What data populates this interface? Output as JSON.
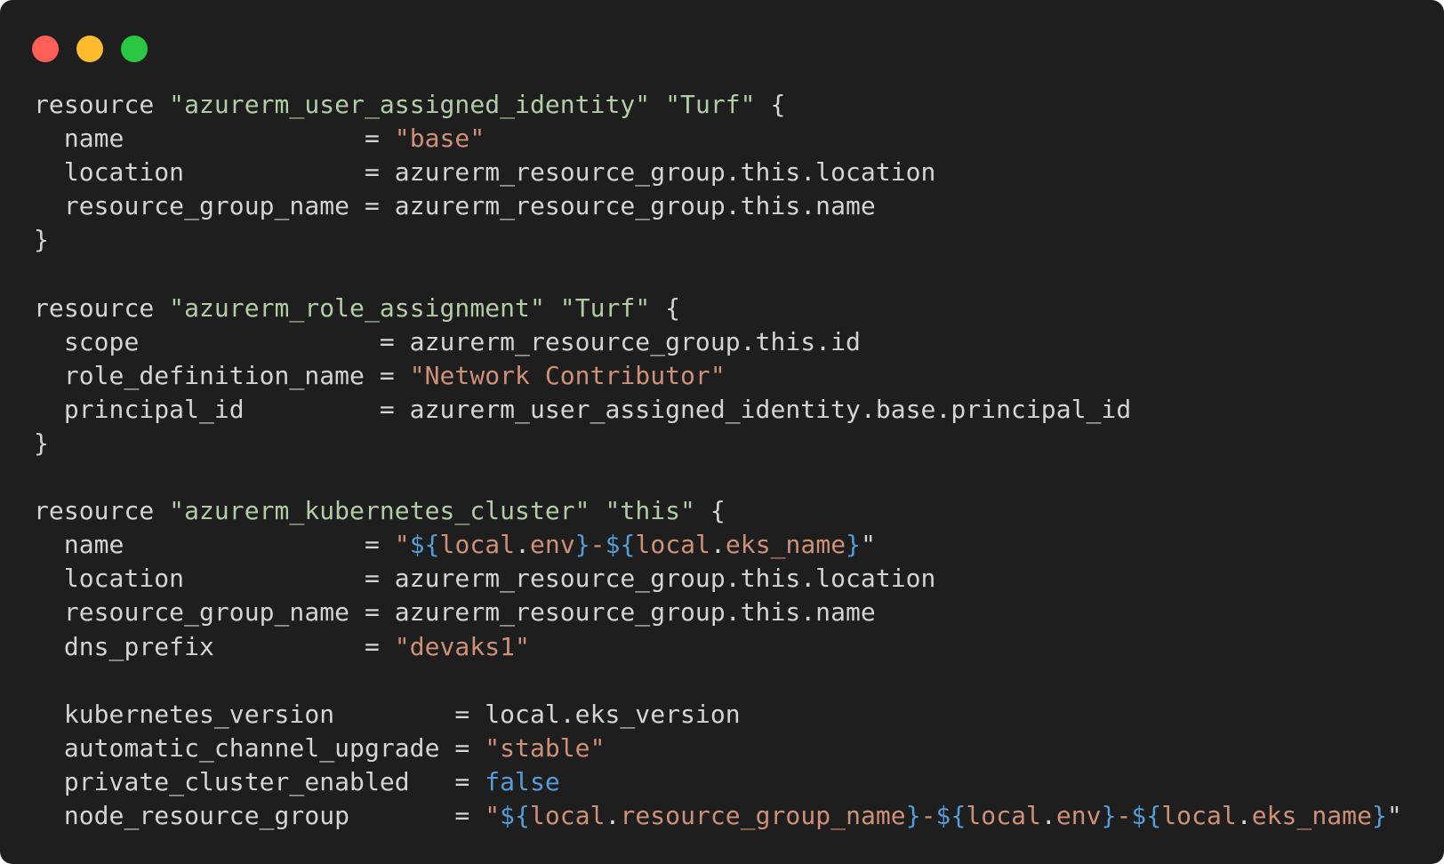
{
  "window": {
    "traffic_lights": [
      {
        "name": "close",
        "color": "#ff5f57"
      },
      {
        "name": "minimize",
        "color": "#febc2e"
      },
      {
        "name": "maximize",
        "color": "#28c840"
      }
    ],
    "background": "#1e1e1e"
  },
  "colors": {
    "plain": "#d4d4d4",
    "resource_type_string": "#b2cca6",
    "string": "#ce9178",
    "keyword_and_interpolation": "#569cd6"
  },
  "code": {
    "language": "hcl",
    "lines": [
      [
        {
          "t": "plain",
          "v": "resource "
        },
        {
          "t": "type",
          "v": "\"azurerm_user_assigned_identity\""
        },
        {
          "t": "plain",
          "v": " "
        },
        {
          "t": "type",
          "v": "\"Turf\""
        },
        {
          "t": "plain",
          "v": " {"
        }
      ],
      [
        {
          "t": "plain",
          "v": "  name                = "
        },
        {
          "t": "str",
          "v": "\"base\""
        }
      ],
      [
        {
          "t": "plain",
          "v": "  location            = azurerm_resource_group.this.location"
        }
      ],
      [
        {
          "t": "plain",
          "v": "  resource_group_name = azurerm_resource_group.this.name"
        }
      ],
      [
        {
          "t": "plain",
          "v": "}"
        }
      ],
      [],
      [
        {
          "t": "plain",
          "v": "resource "
        },
        {
          "t": "type",
          "v": "\"azurerm_role_assignment\""
        },
        {
          "t": "plain",
          "v": " "
        },
        {
          "t": "type",
          "v": "\"Turf\""
        },
        {
          "t": "plain",
          "v": " {"
        }
      ],
      [
        {
          "t": "plain",
          "v": "  scope                = azurerm_resource_group.this.id"
        }
      ],
      [
        {
          "t": "plain",
          "v": "  role_definition_name = "
        },
        {
          "t": "str",
          "v": "\"Network Contributor\""
        }
      ],
      [
        {
          "t": "plain",
          "v": "  principal_id         = azurerm_user_assigned_identity.base.principal_id"
        }
      ],
      [
        {
          "t": "plain",
          "v": "}"
        }
      ],
      [],
      [
        {
          "t": "plain",
          "v": "resource "
        },
        {
          "t": "type",
          "v": "\"azurerm_kubernetes_cluster\""
        },
        {
          "t": "plain",
          "v": " "
        },
        {
          "t": "type",
          "v": "\"this\""
        },
        {
          "t": "plain",
          "v": " {"
        }
      ],
      [
        {
          "t": "plain",
          "v": "  name                = "
        },
        {
          "t": "str",
          "v": "\""
        },
        {
          "t": "interp",
          "v": "${"
        },
        {
          "t": "str",
          "v": "local"
        },
        {
          "t": "plain",
          "v": "."
        },
        {
          "t": "str",
          "v": "env"
        },
        {
          "t": "interp",
          "v": "}"
        },
        {
          "t": "str",
          "v": "-"
        },
        {
          "t": "interp",
          "v": "${"
        },
        {
          "t": "str",
          "v": "local"
        },
        {
          "t": "plain",
          "v": "."
        },
        {
          "t": "str",
          "v": "eks_name"
        },
        {
          "t": "interp",
          "v": "}"
        },
        {
          "t": "plain",
          "v": "\""
        }
      ],
      [
        {
          "t": "plain",
          "v": "  location            = azurerm_resource_group.this.location"
        }
      ],
      [
        {
          "t": "plain",
          "v": "  resource_group_name = azurerm_resource_group.this.name"
        }
      ],
      [
        {
          "t": "plain",
          "v": "  dns_prefix          = "
        },
        {
          "t": "str",
          "v": "\"devaks1\""
        }
      ],
      [],
      [
        {
          "t": "plain",
          "v": "  kubernetes_version        = local.eks_version"
        }
      ],
      [
        {
          "t": "plain",
          "v": "  automatic_channel_upgrade = "
        },
        {
          "t": "str",
          "v": "\"stable\""
        }
      ],
      [
        {
          "t": "plain",
          "v": "  private_cluster_enabled   = "
        },
        {
          "t": "kw",
          "v": "false"
        }
      ],
      [
        {
          "t": "plain",
          "v": "  node_resource_group       = "
        },
        {
          "t": "str",
          "v": "\""
        },
        {
          "t": "interp",
          "v": "${"
        },
        {
          "t": "str",
          "v": "local"
        },
        {
          "t": "plain",
          "v": "."
        },
        {
          "t": "str",
          "v": "resource_group_name"
        },
        {
          "t": "interp",
          "v": "}"
        },
        {
          "t": "str",
          "v": "-"
        },
        {
          "t": "interp",
          "v": "${"
        },
        {
          "t": "str",
          "v": "local"
        },
        {
          "t": "plain",
          "v": "."
        },
        {
          "t": "str",
          "v": "env"
        },
        {
          "t": "interp",
          "v": "}"
        },
        {
          "t": "str",
          "v": "-"
        },
        {
          "t": "interp",
          "v": "${"
        },
        {
          "t": "str",
          "v": "local"
        },
        {
          "t": "plain",
          "v": "."
        },
        {
          "t": "str",
          "v": "eks_name"
        },
        {
          "t": "interp",
          "v": "}"
        },
        {
          "t": "plain",
          "v": "\""
        }
      ]
    ]
  }
}
